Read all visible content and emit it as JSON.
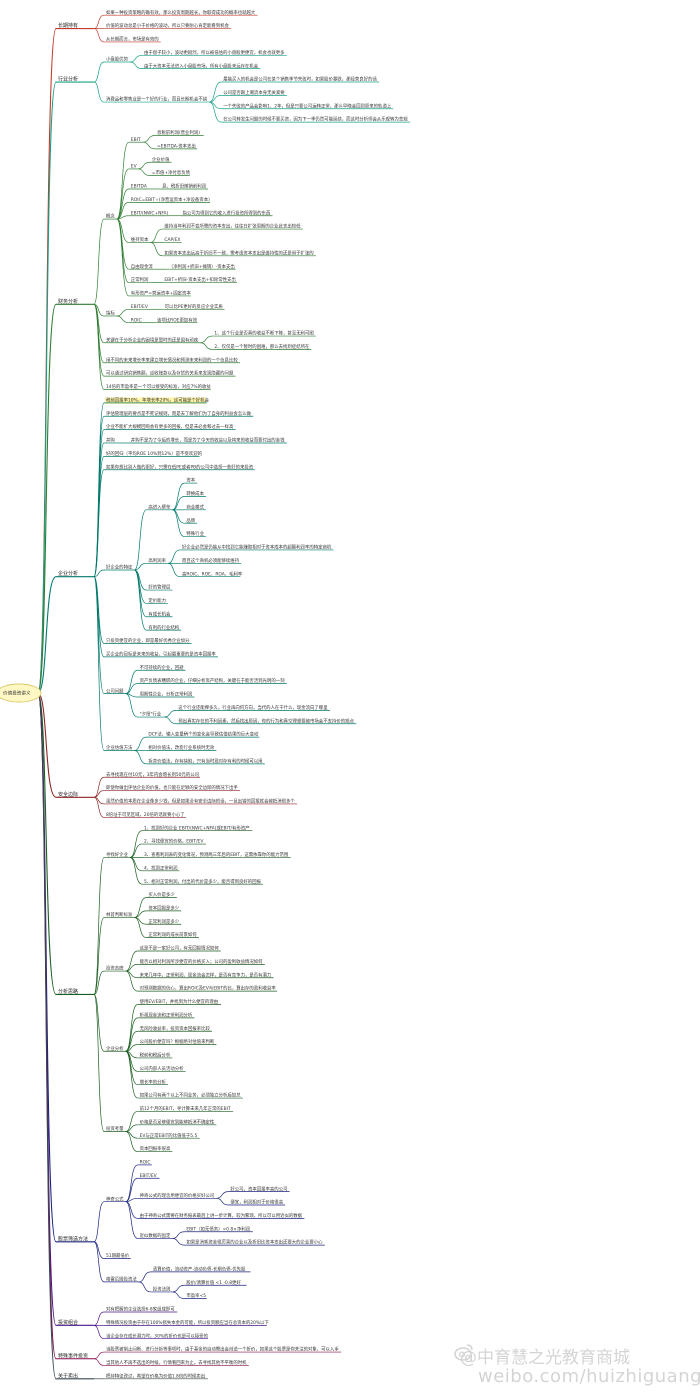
{
  "root": "价值投资讲义",
  "colors": {
    "root_fill": "#fff8c4",
    "root_stroke": "#d8c86a",
    "highlight": "#fff4a8"
  },
  "branches": [
    {
      "label": "长期持有",
      "color": "#c0392b",
      "children": [
        {
          "label": "如果一种投资策略的确有效，那么投资周期越长，你取得成功的概率也就越大"
        },
        {
          "label": "价值的波动总是小于价格的波动，所以只要耐心肯定能看到机会"
        },
        {
          "label": "从长期而言，市场是有效的"
        }
      ]
    },
    {
      "label": "行业分析",
      "color": "#16a085",
      "children": [
        {
          "label": "小盘股优势",
          "children": [
            {
              "label": "由于盘子较小，波动更剧烈，所以被低估的小盘股更便宜，机会也就更多"
            },
            {
              "label": "由于大资本无法进入小盘股市场，所有小盘股未远存在机会"
            }
          ]
        },
        {
          "label": "消费品和零售业是一个好的行业，而且长期机会不错",
          "children": [
            {
              "label": "最能买入的机会是公司在某个销售季节失败时，如果股价暴跌，那经营良好的话"
            },
            {
              "label": "公司是否跟上潮流本身无关紧要"
            },
            {
              "label": "一个失败的产品会影响1、2年，但是只要公司运转正常，那么早晚会回到原来的轨道上"
            },
            {
              "label": "在公司转发生问题的时候不要买进，因为下一季仍然可能延续，而这时分析师会从乐观转为悲观"
            }
          ]
        }
      ]
    },
    {
      "label": "财务分析",
      "color": "#2e7d32",
      "children": [
        {
          "label": "概念",
          "children": [
            {
              "label": "EBIT",
              "children": [
                {
                  "label": "息税前利润(营业利润)"
                },
                {
                  "label": "=EBITDA-资本支出"
                }
              ]
            },
            {
              "label": "EV",
              "children": [
                {
                  "label": "企业价值"
                },
                {
                  "label": "=市值+净付息负债"
                }
              ]
            },
            {
              "label": "EBITDA",
              "children": [
                {
                  "label": "息、税折旧摊销前利润"
                }
              ]
            },
            {
              "label": "ROIC=EBIT÷(净营运资本+净设备资本)"
            },
            {
              "label": "EBIT/(NWC+NFA)",
              "children": [
                {
                  "label": "指公司为得到它的收入进行投资所得到的东西"
                }
              ]
            },
            {
              "label": "维持资本",
              "children": [
                {
                  "label": "维持当年利润不变所需的资本支出，往往在扩张周期的企业此支出较低"
                },
                {
                  "label": "CAP/EX"
                },
                {
                  "label": "如果资本支出远高于折旧不一致，需考虑资本支出是维持性的还是用于扩张的"
                }
              ]
            },
            {
              "label": "自由现金流",
              "children": [
                {
                  "label": "（净利润+折旧+摊销）-资本支出"
                }
              ]
            },
            {
              "label": "正常利润",
              "children": [
                {
                  "label": "EBIT+折旧-资本支出+扣除常性支出"
                }
              ]
            },
            {
              "label": "有形资产=营运资本+固定资本"
            }
          ]
        },
        {
          "label": "指标",
          "children": [
            {
              "label": "EBIT/EV",
              "children": [
                {
                  "label": "可以比PE更好的反应企业实质"
                }
              ]
            },
            {
              "label": "ROIC",
              "children": [
                {
                  "label": "该项比ROE更加有效"
                }
              ]
            }
          ]
        },
        {
          "label": "关键在于分析企业的困境是暂时的还是固有顽疾",
          "children": [
            {
              "label": "1、这个行业是否真的收益不断下降，甚至无利可图"
            },
            {
              "label": "2、仅仅是一个暂时的困难，那么去找到症结所在"
            }
          ]
        },
        {
          "label": "用不同的未来增长率来建立增长情况和预测未来利润的一个信息比较"
        },
        {
          "label": "可以通过研究销售额，应收账款以及存货的关系来发现隐藏的问题"
        },
        {
          "label": "14倍的市盈率是一个可以接受的标准，对应7%的收益"
        }
      ]
    },
    {
      "label": "企业分析",
      "color": "#00796b",
      "children": [
        {
          "label": "税前回报率10%，年增长率20%，这可能是个好机会",
          "highlight": true
        },
        {
          "label": "评估管理层的要点是不死记规则，而是去了解他们为了自身的利益会怎么做"
        },
        {
          "label": "企业不能扩大规模回购会有更多的回报，但是未必会和过去一样高"
        },
        {
          "label": "并购",
          "children": [
            {
              "label": "并购不是为了今后的增长，而是为了今天的收益以及将来的收益而要付出的金钱"
            }
          ]
        },
        {
          "label": "好的回归（平均ROE 10%到12%）是不受欢迎的"
        },
        {
          "label": "如果你想比别人做的更好，只需在低PE或者PB的公司中选择一些好的来投资"
        },
        {
          "label": "好企业的特征",
          "children": [
            {
              "label": "高进入壁垒",
              "children": [
                {
                  "label": "资本"
                },
                {
                  "label": "转换成本"
                },
                {
                  "label": "商业模式"
                },
                {
                  "label": "品牌"
                },
                {
                  "label": "特殊行业"
                }
              ]
            },
            {
              "label": "高利润率",
              "children": [
                {
                  "label": "好企业必然是仍能从中找到它能赚取相对于资本成本的超额利润率的特定商机"
                },
                {
                  "label": "而且这个商机必须能够续维持"
                },
                {
                  "label": "高ROIC、ROE、ROA、毛利率"
                }
              ]
            },
            {
              "label": "好的管理层"
            },
            {
              "label": "定价能力"
            },
            {
              "label": "有成长机会"
            },
            {
              "label": "有利的行业结构"
            }
          ]
        },
        {
          "label": "只投资便宜的企业，即是最好优秀企业加分"
        },
        {
          "label": "买企业的目标是未来的收益，引起最重要的是资本回报率"
        },
        {
          "label": "公司问题",
          "children": [
            {
              "label": "不可持续的企业，回避"
            },
            {
              "label": "资产负债表糟糕的企业，仔细分析资产结构，关键在于能否活到光明的一刻"
            },
            {
              "label": "周期性企业，分析正常利润"
            },
            {
              "label": "\"夕阳\"行业",
              "children": [
                {
                  "label": "这个行业还能撑多久，行业再向何方向，当代的人在干什么，现金流向了哪里"
                },
                {
                  "label": "预出真实存在的不利因素，然后找出原因，你的行为和真空理想要被市场会不支持价的观点"
                }
              ]
            }
          ]
        },
        {
          "label": "企业估值方法",
          "children": [
            {
              "label": "DCF法，输入变量稍个的变化会导致估值结果的巨大变动"
            },
            {
              "label": "相对价值法，改变行业系统时无效"
            },
            {
              "label": "拆卖价值法，存有缺陷，只有当时现对存有利的时候可以用"
            }
          ]
        }
      ]
    },
    {
      "label": "安全边际",
      "color": "#8e2424",
      "children": [
        {
          "label": "去寻找现在付10元，3年内会增长到50元的公司"
        },
        {
          "label": "即使你做出评估企业的价值，也只能在足够的安全边际的情况下出手"
        },
        {
          "label": "虽然价值的本质在企业像多少钱，但是如果没有安全边际的话，一旦出错的回报就会被抵消很多个"
        },
        {
          "label": "8倍址于可见区域，20倍的话就要小心了"
        }
      ]
    },
    {
      "label": "分析思路",
      "color": "#1b5e20",
      "children": [
        {
          "label": "寻找好企业",
          "children": [
            {
              "label": "1、找到好的企业 EBIT/(NWC+NFA)或EBIT/有形资产"
            },
            {
              "label": "2、寻找便宜的价格，EBIT/EV"
            },
            {
              "label": "3、查看利润表的变化情况，预测两三年后的EBIT，这需依靠你的能力范围"
            },
            {
              "label": "4、找到正常利润"
            },
            {
              "label": "5、相对正常利润，付出的代价是多少，能否得到良好的回报"
            }
          ]
        },
        {
          "label": "林首判断标准",
          "children": [
            {
              "label": "买入价是多少"
            },
            {
              "label": "资本回报是多少"
            },
            {
              "label": "正常利润是多少"
            },
            {
              "label": "正常利润的成长前景如何"
            }
          ]
        },
        {
          "label": "投资态度",
          "children": [
            {
              "label": "这是不是一家好公司，有无回报情况如何"
            },
            {
              "label": "能否以相对利润所涉便宜的价格买入；公司的盈利收益情况如何"
            },
            {
              "label": "未来几年中，正常利润、现金流会怎样，是否有竞争力，是否有潜力"
            },
            {
              "label": "对预测数据的信心，算出ROIC及EV与EBIT的比，算出存的盈利收益率"
            }
          ]
        },
        {
          "label": "企业分析",
          "children": [
            {
              "label": "使用EV/EBIT，并找到为什么便宜的理由"
            },
            {
              "label": "析视现金流和正常利润分析"
            },
            {
              "label": "无风险收益率，投资资本回报率比较"
            },
            {
              "label": "公司股价便宜吗？根据绝对估值来判断"
            },
            {
              "label": "税前和税后分析"
            },
            {
              "label": "公司内部人员活动分析"
            },
            {
              "label": "增长率的分析"
            },
            {
              "label": "如果公司有两个以上不同业务，必须独立分析后加总"
            }
          ]
        },
        {
          "label": "投资考量",
          "children": [
            {
              "label": "前12个月的EBIT，寻计算未来几年正常的EBIT"
            },
            {
              "label": "价格是否足够便宜到能够抵消不确定性"
            },
            {
              "label": "EV与正常EBIT的比值低于5.5"
            },
            {
              "label": "资本回报率很高"
            }
          ]
        }
      ]
    },
    {
      "label": "股票筛选方法",
      "color": "#1a237e",
      "children": [
        {
          "label": "神奇公式",
          "children": [
            {
              "label": "ROIC"
            },
            {
              "label": "EBIT/EV"
            },
            {
              "label": "神奇公式的理念用便宜的价格买好公司",
              "children": [
                {
                  "label": "好公司，资本回报率高的公司"
                },
                {
                  "label": "便宜，利润相对于价格很高"
                }
              ]
            },
            {
              "label": "由于神奇公式需要在财务报表最后上进一步计算，较为繁琐，所以可以用近似的数据"
            },
            {
              "label": "近似数据的固定",
              "children": [
                {
                  "label": "EBIT（如无债务）≈0.8×净利润"
                },
                {
                  "label": "如果是消耗资金很厉害的企业以及折旧比资本支出还要大的企业要小心"
                }
              ]
            }
          ]
        },
        {
          "label": "51期最低价"
        },
        {
          "label": "格雷厄姆投资法",
          "children": [
            {
              "label": "清算价值，流动资产-流动负债-长期负债-优先股"
            },
            {
              "label": "投资法则",
              "children": [
                {
                  "label": "股价/清算价值 <1 -0.8更好"
                },
                {
                  "label": "市盈率<5"
                }
              ]
            }
          ]
        }
      ]
    },
    {
      "label": "投资组合",
      "color": "#4a148c",
      "children": [
        {
          "label": "对有把握的企业选择6-8家组成即可"
        },
        {
          "label": "特殊情况投资由于存在100%损失本金的可能，所以投资额应当在总资本的20%以下"
        },
        {
          "label": "当企业存在成长潜力时，30%的折价也是可以接受的"
        }
      ]
    },
    {
      "label": "特殊事件投资",
      "color": "#880e4f",
      "children": [
        {
          "label": "当股票被制止间断、进行分拆等事项时，由于基金的自动需出会创造一个折价，如果这个股票是你关注的对象，可以入手"
        },
        {
          "label": "当其他人不再不选出的时候，行情看回来为止。去寻找其他不平衡的时机"
        }
      ]
    },
    {
      "label": "关于卖出",
      "color": "#37474f",
      "children": [
        {
          "label": "把持特征改过，希望在价格为价值1.8倍的时候卖出"
        }
      ]
    }
  ],
  "watermark": {
    "line1": "@中育慧之光教育商城",
    "line2": "weibo.com/huizhiguang"
  }
}
